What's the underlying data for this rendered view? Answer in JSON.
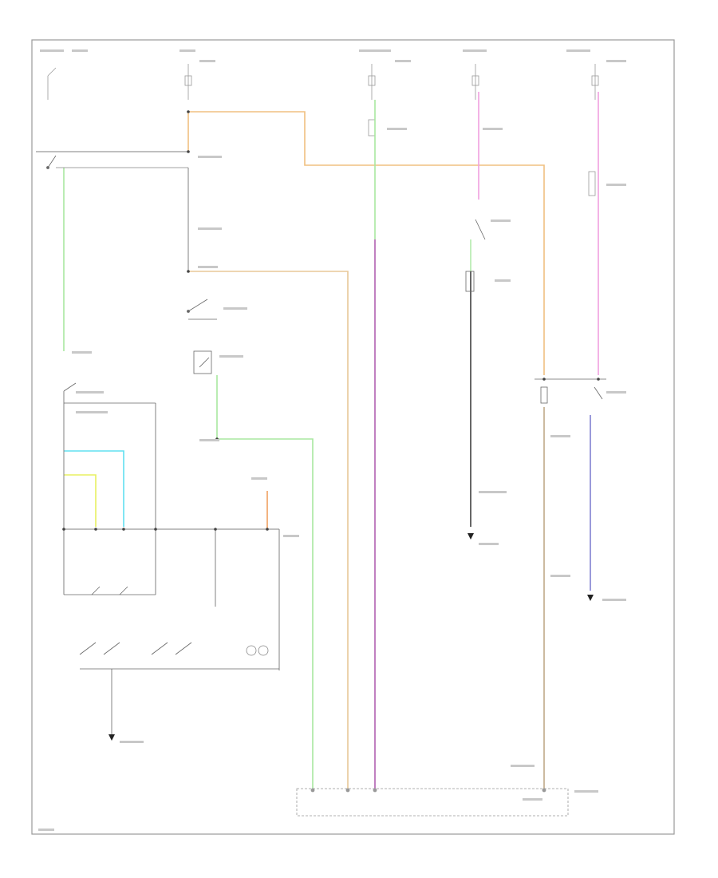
{
  "diagram": {
    "colors": {
      "frame": "#9a9a9a",
      "orange": "#f0c080",
      "tan": "#e8c898",
      "green": "#a8e8a0",
      "pink": "#f0a0e0",
      "violet": "#c080c0",
      "cyan": "#60e0f0",
      "yellow": "#e8f060",
      "blue": "#8080d0",
      "brown": "#c0a888",
      "gray": "#404040",
      "light_gray": "#b0b0b0"
    },
    "components": [
      "top-left-fuse",
      "top-fuse-2",
      "top-fuse-3",
      "top-fuse-4",
      "top-fuse-5",
      "relay-left",
      "brake-switch",
      "clutch-switch",
      "speed-control-switch",
      "amplifier-switches",
      "ground-left",
      "ground-mid-right",
      "connector-bottom",
      "lamp-symbol"
    ]
  }
}
